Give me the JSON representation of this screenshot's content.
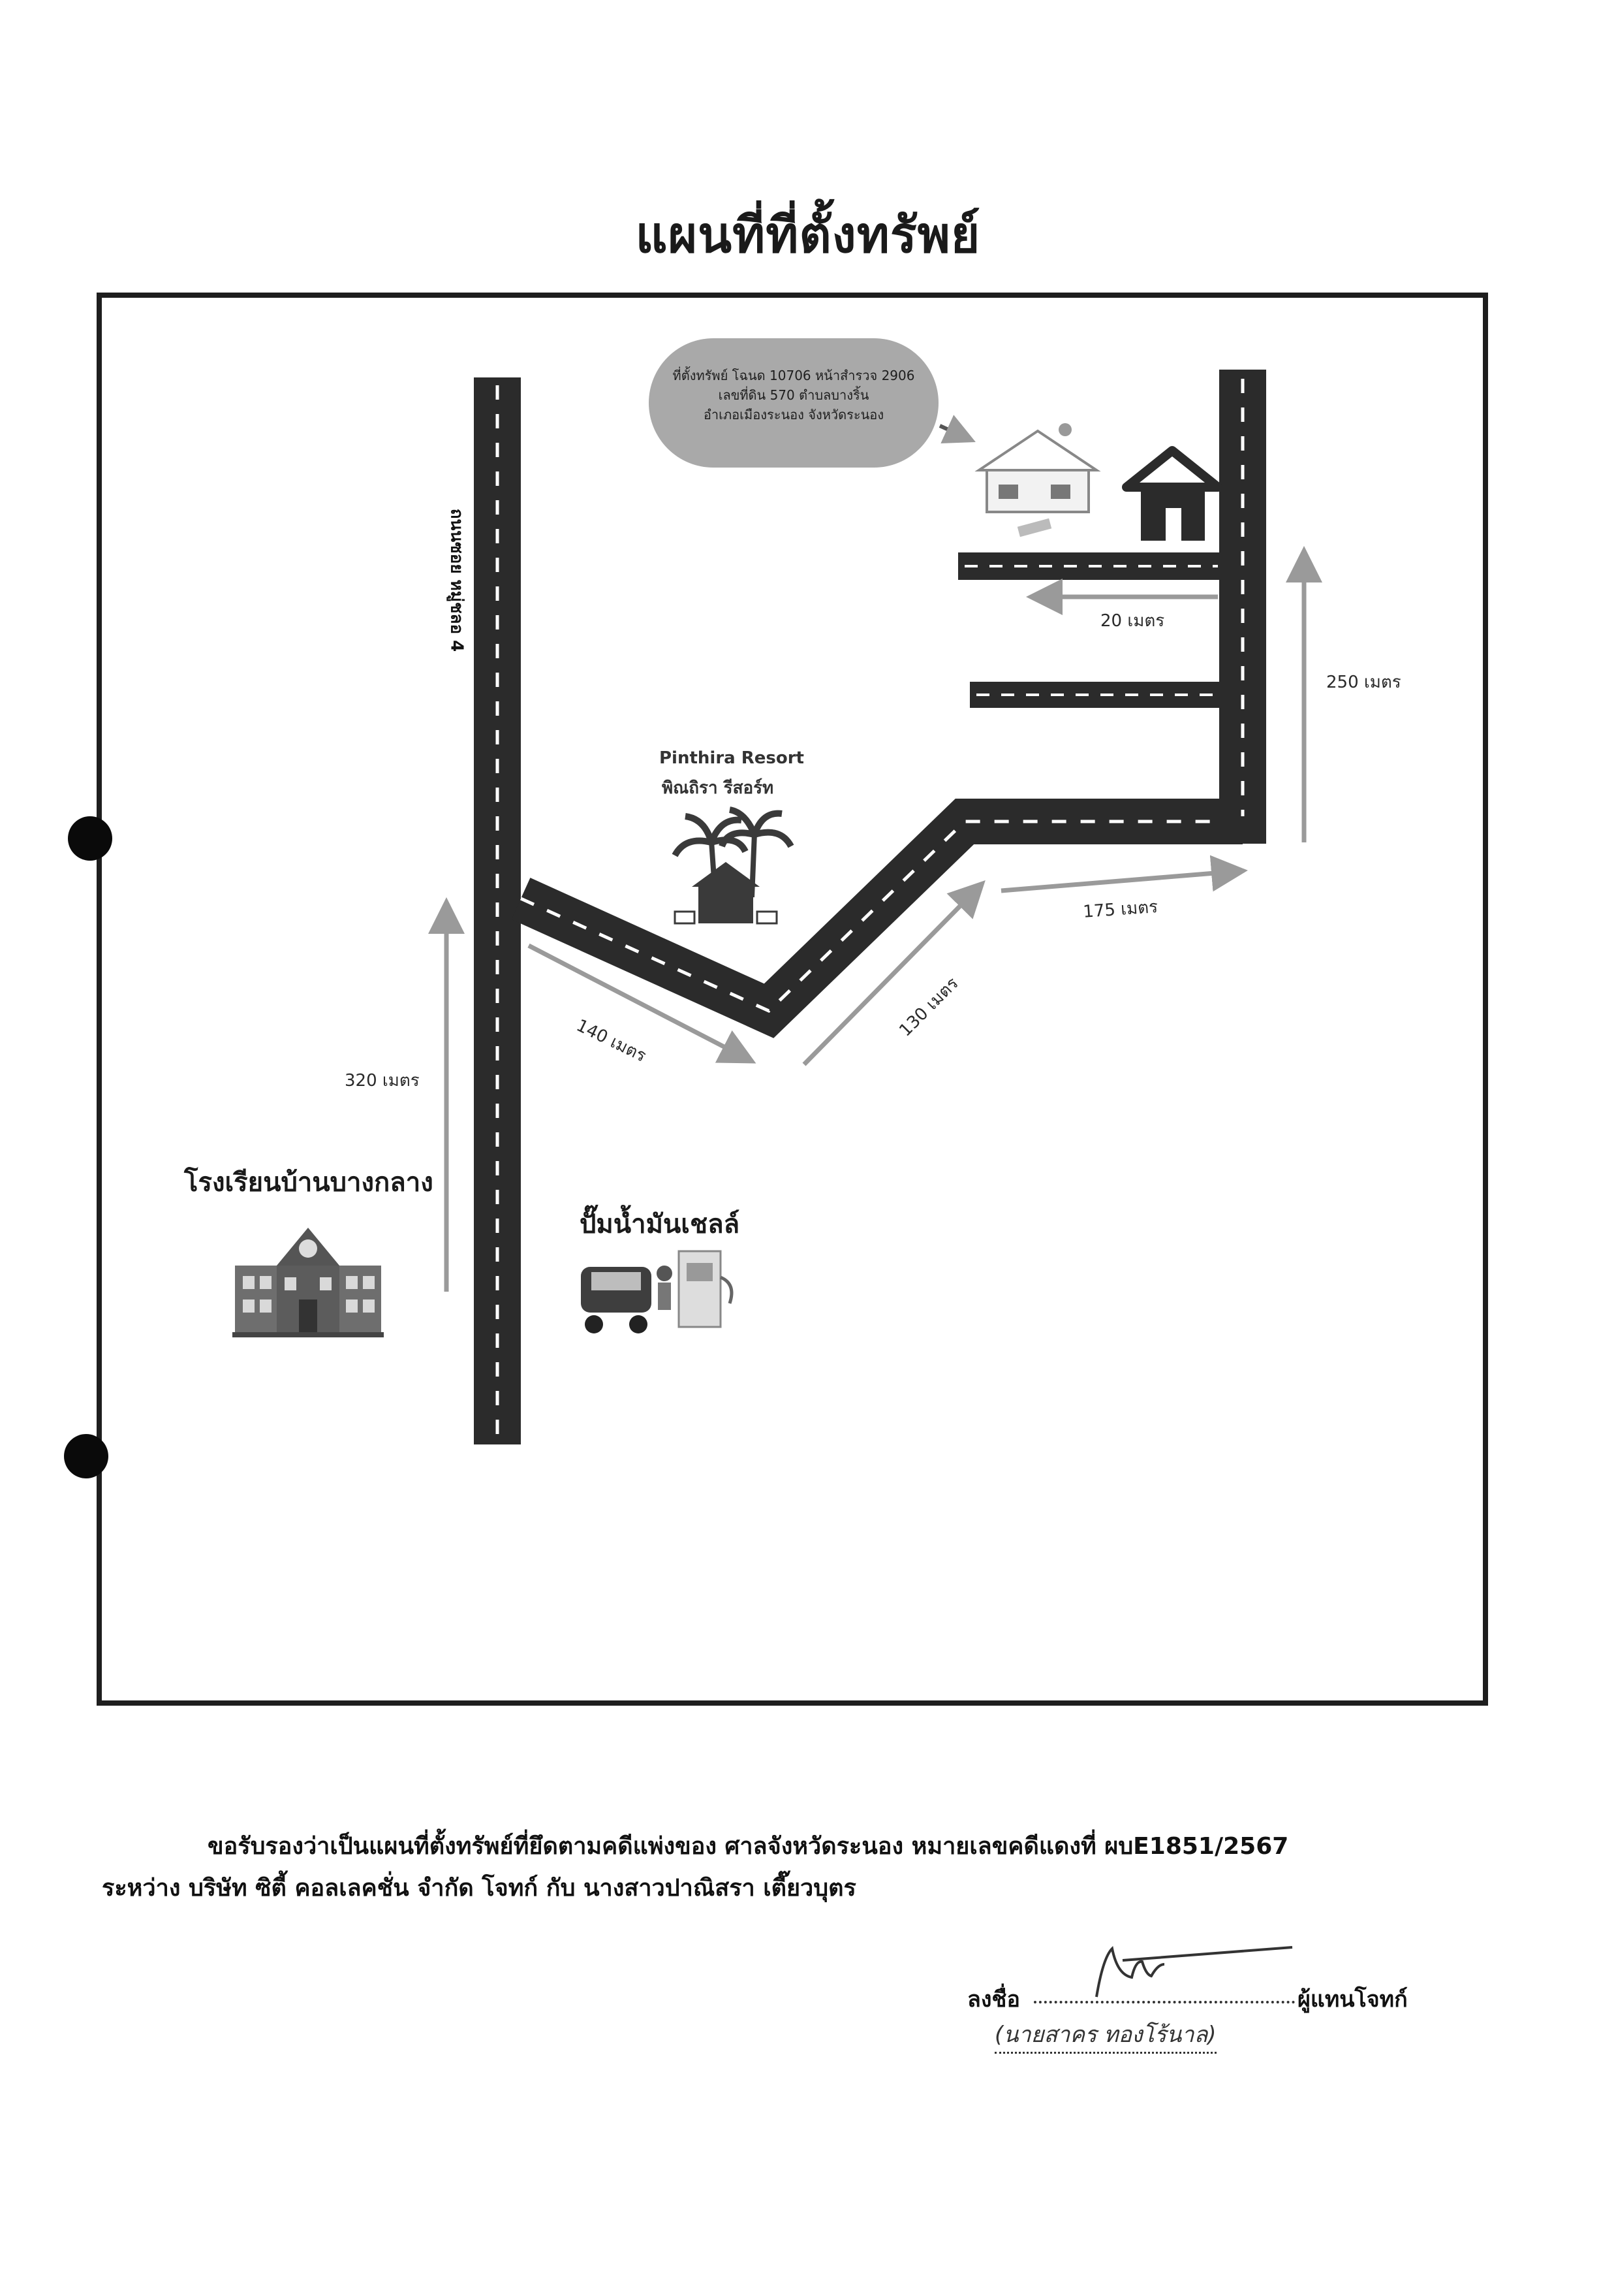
{
  "title": "แผนที่ที่ตั้งทรัพย์",
  "callout": {
    "line1": "ที่ตั้งทรัพย์ โฉนด 10706 หน้าสำรวจ 2906",
    "line2": "เลขที่ดิน 570 ตำบลบางริ้น",
    "line3": "อำเภอเมืองระนอง จังหวัดระนอง"
  },
  "main_road": "ถนนซอย หมู่ชลอ 4",
  "distances": {
    "d320": "320 เมตร",
    "d140": "140 เมตร",
    "d130": "130 เมตร",
    "d175": "175 เมตร",
    "d250": "250 เมตร",
    "d20": "20 เมตร"
  },
  "landmarks": {
    "resort_en": "Pinthira Resort",
    "resort_th": "พิณถิรา รีสอร์ท",
    "school": "โรงเรียนบ้านบางกลาง",
    "gas_station": "ปั๊มน้ำมันเชลล์"
  },
  "certification": {
    "line1": "ขอรับรองว่าเป็นแผนที่ตั้งทรัพย์ที่ยึดตามคดีแพ่งของ ศาลจังหวัดระนอง หมายเลขคดีแดงที่ ผบE1851/2567",
    "line2": "ระหว่าง บริษัท ซิตี้ คอลเลคชั่น จำกัด โจทก์ กับ นางสาวปาณิสรา เตี๊ยวบุตร"
  },
  "signature": {
    "label_sign": "ลงชื่อ",
    "label_rep": "ผู้แทนโจทก์",
    "name": "(นายสาคร ทองโร้นาล)"
  },
  "colors": {
    "road": "#2b2b2b",
    "arrow": "#9a9a9a",
    "callout_bg": "#a9a9a9"
  }
}
